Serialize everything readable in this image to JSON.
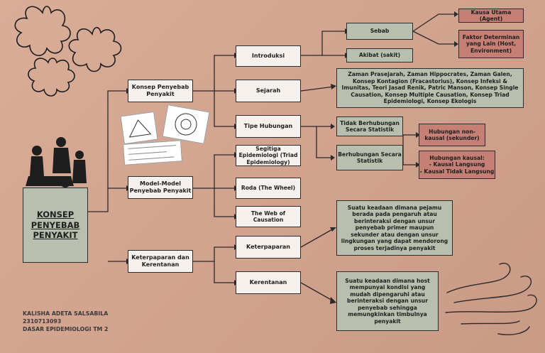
{
  "title": "KONSEP PENYEBAB PENYAKIT",
  "footer": {
    "name": "KALISHA ADETA SALSABILA",
    "id": "2310713093",
    "course": "DASAR EPIDEMIOLOGI TM 2"
  },
  "branches": {
    "konsep": "Konsep Penyebab Penyakit",
    "model": "Model-Model Penyebab Penyakit",
    "keterpaparan_kerentanan": "Keterpaparan dan Kerentanan"
  },
  "konsep_children": {
    "introduksi": "Introduksi",
    "sejarah": "Sejarah",
    "tipe": "Tipe Hubungan"
  },
  "introduksi_children": {
    "sebab": "Sebab",
    "akibat": "Akibat (sakit)"
  },
  "sebab_children": {
    "kausa": "Kausa Utama (Agent)",
    "faktor": "Faktor Determinan yang Lain (Host, Environment)"
  },
  "sejarah_detail": "Zaman Prasejarah, Zaman Hippocrates, Zaman Galen, Konsep Kontagion (Fracastorius), Konsep Infeksi & Imunitas, Teori Jasad Renik, Patric Manson, Konsep Single Causation, Konsep Multiple Causation, Konsep Triad Epidemiologi, Konsep Ekologis",
  "tipe_children": {
    "tidak": "Tidak Berhubungan Secara Statistik",
    "berhubungan": "Berhubungan Secara Statistik"
  },
  "berhubungan_children": {
    "non_kausal": "Hubungan non-kausal (sekunder)",
    "kausal": "Hubungan kausal:\n- Kausal Langsung\n- Kausal Tidak Langsung"
  },
  "model_children": {
    "segitiga": "Segitiga Epidemiologi (Triad Epidemiology)",
    "roda": "Roda (The Wheel)",
    "web": "The Web of Causation"
  },
  "kk_children": {
    "keterpaparan": "Keterpaparan",
    "kerentanan": "Kerentanan"
  },
  "keterpaparan_detail": "Suatu keadaan dimana pejamu berada pada pengaruh atau berinteraksi dengan unsur penyebab primer maupun sekunder atau dengan unsur lingkungan yang dapat mendorong proses terjadinya penyakit",
  "kerentanan_detail": "Suatu keadaan dimana host mempunyai kondisi yang mudah dipengaruhi atau berinteraksi dengan unsur penyebab sehingga memungkinkan timbulnya penyakit",
  "colors": {
    "background": "#d4a792",
    "white_box": "#f7f1ed",
    "grey_box": "#b9bfae",
    "red_box": "#c57f74",
    "line": "#2a2a2a"
  }
}
